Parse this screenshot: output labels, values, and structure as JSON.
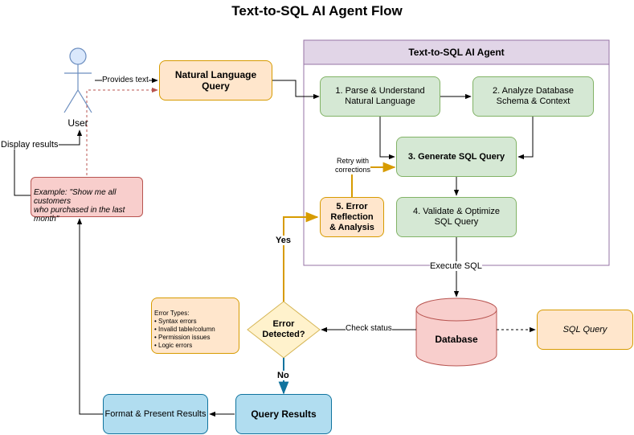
{
  "title": "Text-to-SQL AI Agent Flow",
  "actor": {
    "label": "User"
  },
  "agent_group": {
    "title": "Text-to-SQL AI Agent"
  },
  "nodes": {
    "nl_query": "Natural Language\nQuery",
    "parse": "1. Parse & Understand\nNatural Language",
    "analyze": "2. Analyze Database\nSchema & Context",
    "generate": "3. Generate SQL Query",
    "validate": "4. Validate & Optimize\nSQL Query",
    "reflect": "5. Error\nReflection\n& Analysis",
    "database": "Database",
    "sql_query": "SQL Query",
    "decision": "Error\nDetected?",
    "query_results": "Query Results",
    "format_results": "Format & Present Results",
    "example": "Example: \"Show me all\ncustomers\nwho purchased in the last\nmonth\"",
    "error_types": "Error Types:\n• Syntax errors\n• Invalid table/column\n• Permission issues\n• Logic errors"
  },
  "edge_labels": {
    "provides_text": "Provides text",
    "display_results": "Display results",
    "retry": "Retry with\ncorrections",
    "execute_sql": "Execute SQL",
    "check_status": "Check status",
    "yes": "Yes",
    "no": "No"
  },
  "colors": {
    "green_fill": "#d5e8d4",
    "green_stroke": "#82b366",
    "orange_fill": "#ffe6cc",
    "orange_stroke": "#d79b00",
    "blue_fill": "#b1ddf0",
    "blue_stroke": "#10739e",
    "red_fill": "#f8cecc",
    "red_stroke": "#b85450",
    "purple_fill": "#e1d5e7",
    "purple_stroke": "#9673a6",
    "decision_fill": "#fff2cc",
    "decision_stroke": "#d6b656",
    "actor_fill": "#dae8fc",
    "actor_stroke": "#6c8ebf"
  }
}
